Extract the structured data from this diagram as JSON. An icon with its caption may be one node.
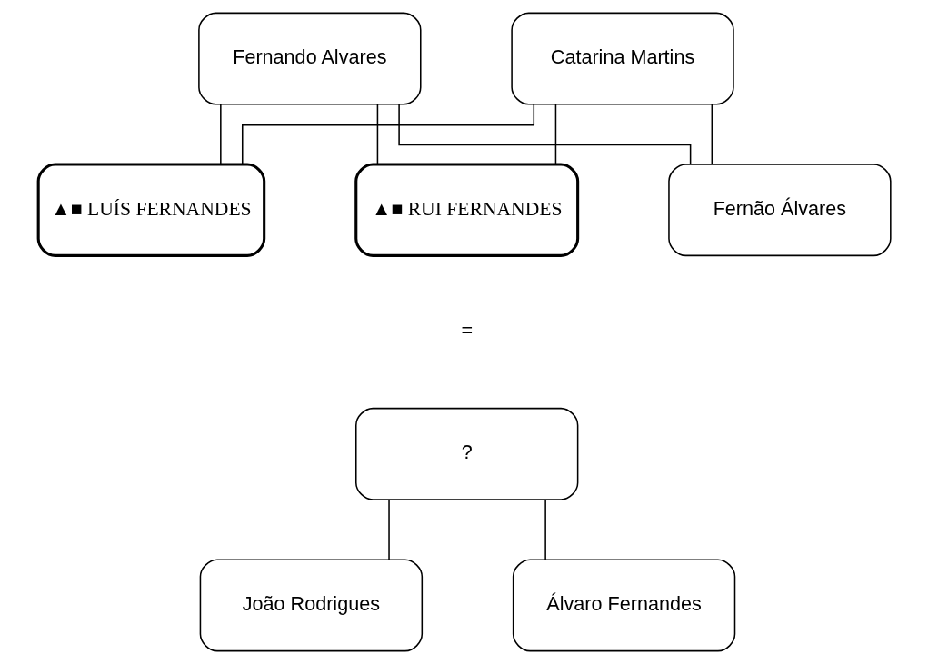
{
  "diagram": {
    "nodes": [
      {
        "text": [
          "Fernando Alvares"
        ]
      },
      {
        "text": [
          "Catarina Martins"
        ]
      },
      {
        "text": [
          "▲■ LUÍS FERNANDES"
        ]
      },
      {
        "text": [
          "▲■ RUI FERNANDES"
        ]
      },
      {
        "text": [
          "Fernão Álvares"
        ]
      },
      {
        "text": [
          "?"
        ]
      },
      {
        "text": [
          "João Rodrigues"
        ]
      },
      {
        "text": [
          "Álvaro Fernandes"
        ]
      }
    ],
    "edges": [
      {
        "from": 0,
        "to": 2,
        "arrow": "none"
      },
      {
        "from": 0,
        "to": 3,
        "arrow": "none"
      },
      {
        "from": 0,
        "to": 4,
        "arrow": "none"
      },
      {
        "from": 1,
        "to": 2,
        "arrow": "none"
      },
      {
        "from": 1,
        "to": 3,
        "arrow": "none"
      },
      {
        "from": 1,
        "to": 4,
        "arrow": "none"
      },
      {
        "from": 5,
        "to": 6,
        "arrow": "none"
      },
      {
        "from": 5,
        "to": 7,
        "arrow": "none"
      }
    ],
    "labels": [
      "="
    ]
  }
}
